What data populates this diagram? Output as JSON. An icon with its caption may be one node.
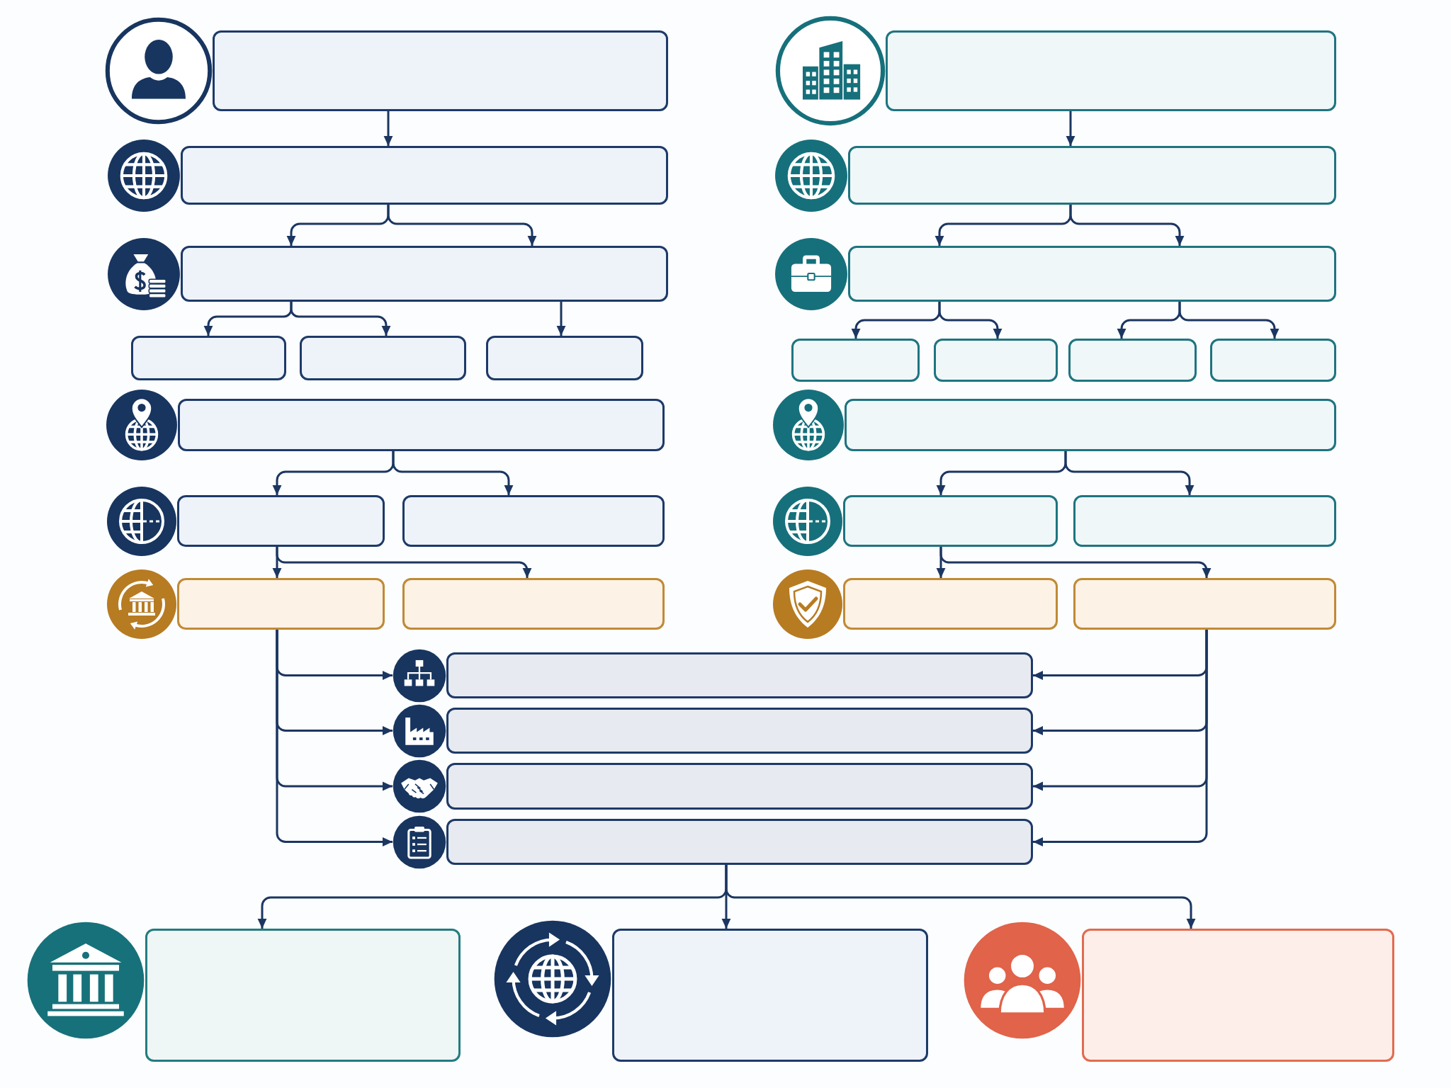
{
  "diagram": {
    "nodes": [
      {
        "text": [],
        "shape": "box"
      },
      {
        "text": [],
        "shape": "box"
      },
      {
        "text": [],
        "shape": "box"
      },
      {
        "text": [],
        "shape": "box"
      },
      {
        "text": [],
        "shape": "box"
      },
      {
        "text": [],
        "shape": "box"
      },
      {
        "text": [],
        "shape": "box"
      },
      {
        "text": [],
        "shape": "box"
      },
      {
        "text": [],
        "shape": "box"
      },
      {
        "text": [],
        "shape": "box"
      },
      {
        "text": [],
        "shape": "box"
      },
      {
        "text": [],
        "shape": "box"
      },
      {
        "text": [],
        "shape": "box"
      },
      {
        "text": [],
        "shape": "box"
      },
      {
        "text": [],
        "shape": "box"
      },
      {
        "text": [],
        "shape": "box"
      },
      {
        "text": [],
        "shape": "box"
      },
      {
        "text": [],
        "shape": "box"
      },
      {
        "text": [],
        "shape": "box"
      },
      {
        "text": [],
        "shape": "box"
      },
      {
        "text": [],
        "shape": "box"
      },
      {
        "text": [],
        "shape": "box"
      },
      {
        "text": [],
        "shape": "box"
      },
      {
        "text": [],
        "shape": "circle"
      },
      {
        "text": [],
        "shape": "box"
      },
      {
        "text": [],
        "shape": "circle"
      },
      {
        "text": [],
        "shape": "box"
      },
      {
        "text": [],
        "shape": "circle"
      },
      {
        "text": [],
        "shape": "box"
      },
      {
        "text": [],
        "shape": "circle"
      },
      {
        "text": [],
        "shape": "box"
      },
      {
        "text": [],
        "shape": "box"
      },
      {
        "text": [],
        "shape": "box"
      },
      {
        "text": [],
        "shape": "box"
      }
    ],
    "edges": [
      {
        "from": 0,
        "to": 1,
        "arrow": "to"
      },
      {
        "from": 1,
        "to": 2,
        "arrow": "to"
      },
      {
        "from": 1,
        "to": 2,
        "arrow": "to"
      },
      {
        "from": 2,
        "to": 3,
        "arrow": "to"
      },
      {
        "from": 2,
        "to": 4,
        "arrow": "to"
      },
      {
        "from": 2,
        "to": 5,
        "arrow": "to"
      },
      {
        "from": 6,
        "to": 7,
        "arrow": "to"
      },
      {
        "from": 6,
        "to": 8,
        "arrow": "to"
      },
      {
        "from": 7,
        "to": 9,
        "arrow": "to"
      },
      {
        "from": 7,
        "to": 10,
        "arrow": "to"
      },
      {
        "from": 11,
        "to": 12,
        "arrow": "to"
      },
      {
        "from": 12,
        "to": 13,
        "arrow": "to"
      },
      {
        "from": 12,
        "to": 13,
        "arrow": "to"
      },
      {
        "from": 13,
        "to": 14,
        "arrow": "to"
      },
      {
        "from": 13,
        "to": 15,
        "arrow": "to"
      },
      {
        "from": 13,
        "to": 16,
        "arrow": "to"
      },
      {
        "from": 13,
        "to": 17,
        "arrow": "to"
      },
      {
        "from": 18,
        "to": 19,
        "arrow": "to"
      },
      {
        "from": 18,
        "to": 20,
        "arrow": "to"
      },
      {
        "from": 19,
        "to": 21,
        "arrow": "to"
      },
      {
        "from": 19,
        "to": 22,
        "arrow": "to"
      },
      {
        "from": 9,
        "to": 23,
        "arrow": "to"
      },
      {
        "from": 9,
        "to": 25,
        "arrow": "to"
      },
      {
        "from": 9,
        "to": 27,
        "arrow": "to"
      },
      {
        "from": 9,
        "to": 29,
        "arrow": "to"
      },
      {
        "from": 22,
        "to": 24,
        "arrow": "to"
      },
      {
        "from": 22,
        "to": 26,
        "arrow": "to"
      },
      {
        "from": 22,
        "to": 28,
        "arrow": "to"
      },
      {
        "from": 22,
        "to": 30,
        "arrow": "to"
      },
      {
        "from": 30,
        "to": 31,
        "arrow": "to"
      },
      {
        "from": 30,
        "to": 32,
        "arrow": "to"
      },
      {
        "from": 30,
        "to": 33,
        "arrow": "to"
      }
    ]
  }
}
